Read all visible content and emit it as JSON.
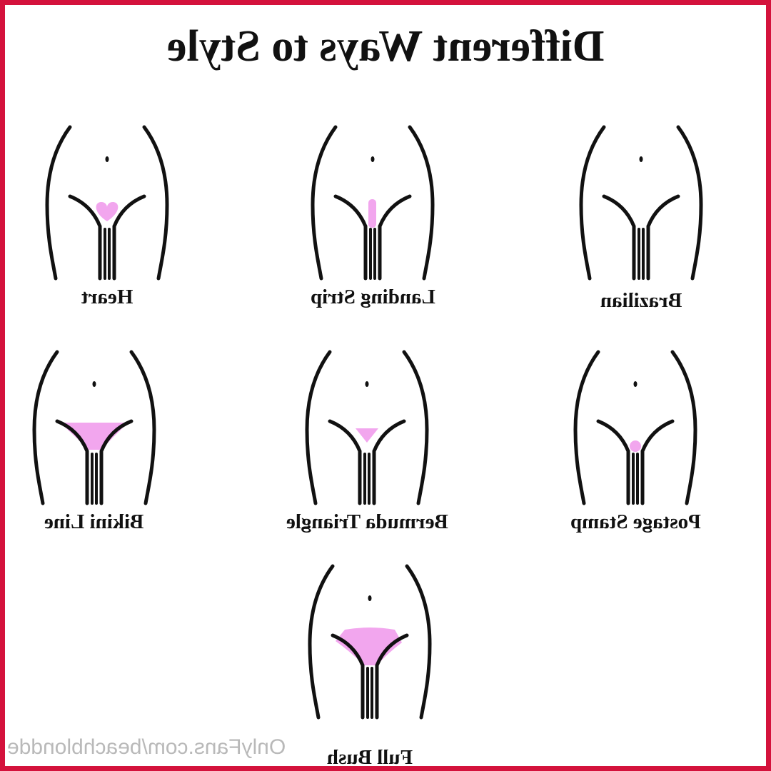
{
  "title": "Different Ways to Style",
  "items": [
    {
      "label": "Heart",
      "style": "heart"
    },
    {
      "label": "Landing Strip",
      "style": "strip"
    },
    {
      "label": "Brazilian",
      "style": "none"
    },
    {
      "label": "Bikini Line",
      "style": "bikini"
    },
    {
      "label": "Bermuda Triangle",
      "style": "bermuda"
    },
    {
      "label": "Postage Stamp",
      "style": "postage"
    },
    {
      "label": "Full Bush",
      "style": "full"
    }
  ],
  "watermark": "OnlyFans.com/beachblondde",
  "colors": {
    "border": "#d4123c",
    "fill": "#f2a6ee",
    "line": "#111111"
  }
}
